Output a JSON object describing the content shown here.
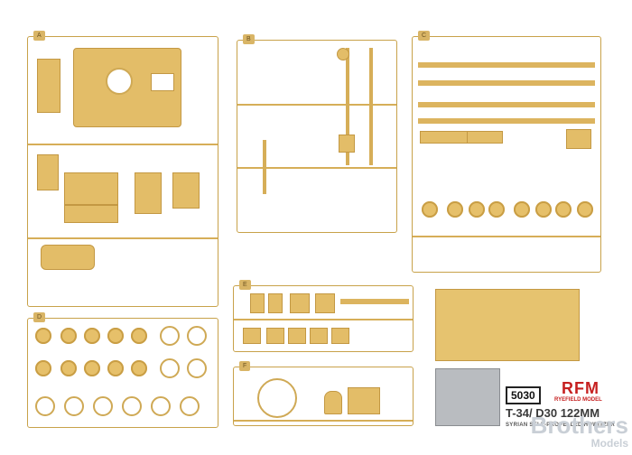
{
  "sprues": [
    {
      "id": "A",
      "label": "A"
    },
    {
      "id": "B",
      "label": "B"
    },
    {
      "id": "C",
      "label": "C"
    },
    {
      "id": "D",
      "label": "D"
    },
    {
      "id": "E",
      "label": "E"
    },
    {
      "id": "F",
      "label": "F"
    }
  ],
  "product": {
    "code": "5030",
    "brand": "RFM",
    "brand_sub": "RYEFIELD MODEL",
    "title": "T-34/ D30 122MM",
    "subtitle": "SYRIAN SELF-PROPELLED HOWITZER"
  },
  "watermark": {
    "line1": "Brothers",
    "line2": "Models"
  },
  "colors": {
    "plastic": "#e3bd68",
    "runner": "#d6ae58",
    "brand_red": "#c62020"
  }
}
